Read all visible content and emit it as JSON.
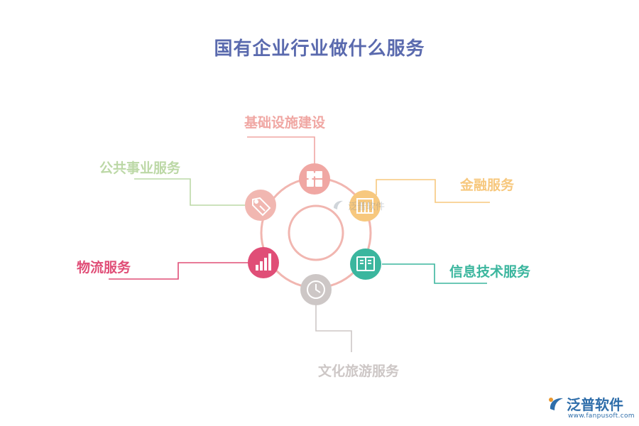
{
  "title": "国有企业行业做什么服务",
  "center": "",
  "branches": [
    {
      "label": "基础设施建设",
      "icon": "puzzle-icon",
      "color": "#f0a7a3"
    },
    {
      "label": "金融服务",
      "icon": "building-icon",
      "color": "#f7c87e"
    },
    {
      "label": "信息技术服务",
      "icon": "book-icon",
      "color": "#3bb69e"
    },
    {
      "label": "文化旅游服务",
      "icon": "clock-icon",
      "color": "#cdc7c6"
    },
    {
      "label": "物流服务",
      "icon": "bar-chart-icon",
      "color": "#e04e77"
    },
    {
      "label": "公共事业服务",
      "icon": "tag-icon",
      "color": "#f1b7b1"
    }
  ],
  "public_label_color": "#bcd8a6",
  "ring_color": "#f1b6b0",
  "title_color": "#5a6aae",
  "logo": {
    "name": "泛普软件",
    "url": "www.fanpusoft.com",
    "color": "#2f6eaa"
  },
  "watermark": "泛普软件"
}
